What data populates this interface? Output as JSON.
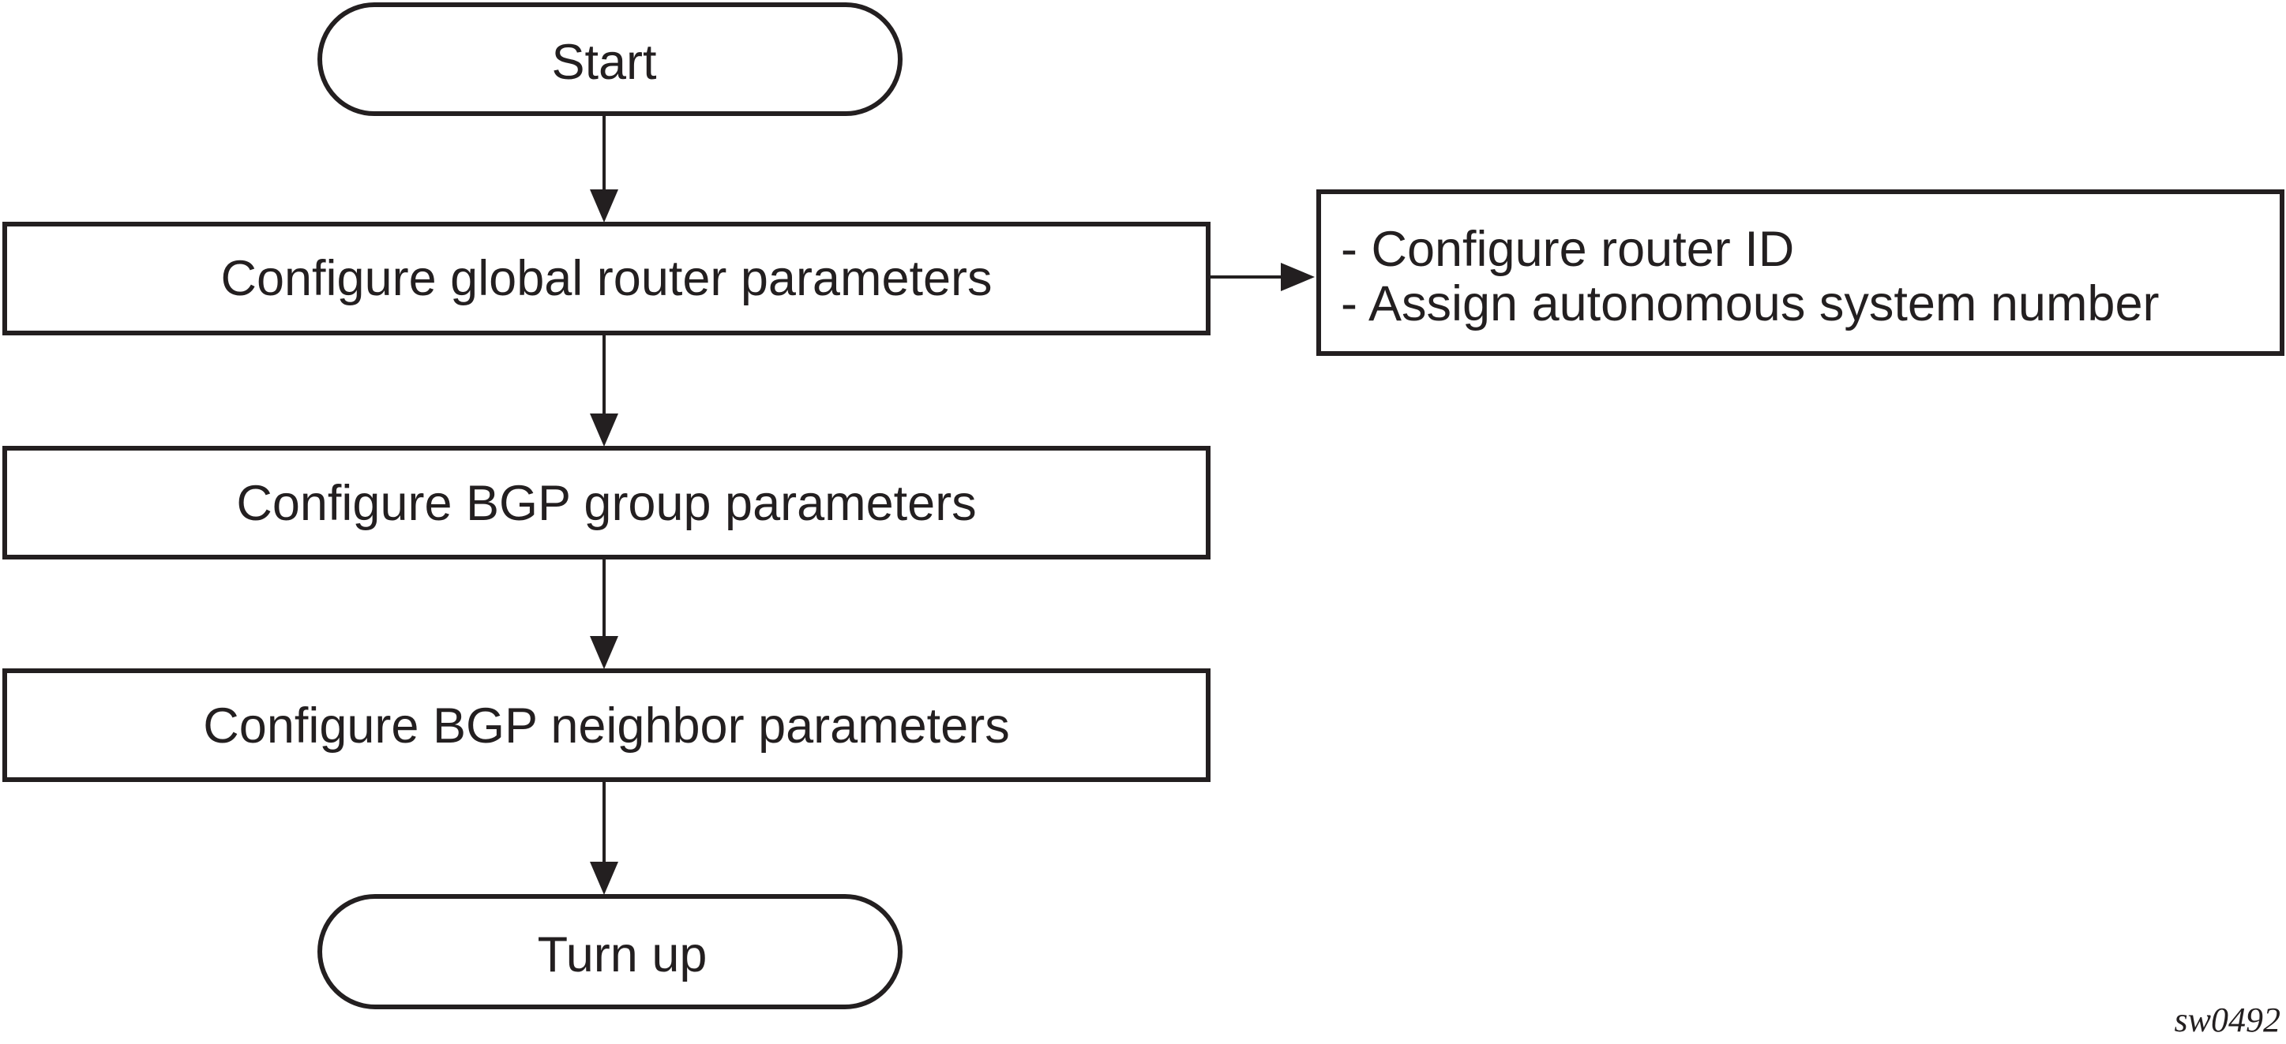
{
  "flowchart": {
    "start": "Start",
    "step_global": "Configure global router parameters",
    "step_group": "Configure BGP group parameters",
    "step_neighbor": "Configure BGP neighbor parameters",
    "end": "Turn up",
    "note_lines": [
      "- Configure router ID",
      "- Assign autonomous system number"
    ]
  },
  "figure_id": "sw0492",
  "colors": {
    "stroke": "#231f20",
    "fill": "#ffffff"
  }
}
